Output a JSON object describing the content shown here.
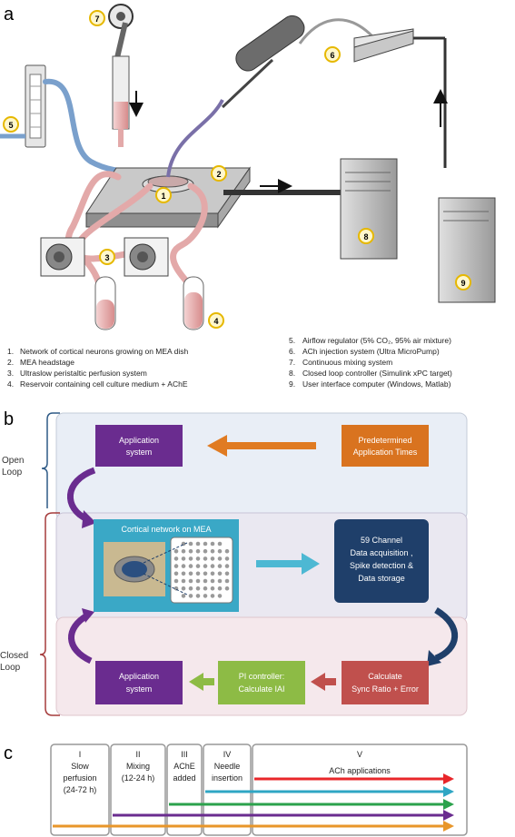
{
  "panels": {
    "a": "a",
    "b": "b",
    "c": "c"
  },
  "panel_a": {
    "badges": [
      "1",
      "2",
      "3",
      "4",
      "5",
      "6",
      "7",
      "8",
      "9"
    ],
    "legend_left": [
      {
        "n": "1.",
        "text": "Network of cortical neurons growing on MEA dish"
      },
      {
        "n": "2.",
        "text": "MEA headstage"
      },
      {
        "n": "3.",
        "text": "Ultraslow peristaltic perfusion system"
      },
      {
        "n": "4.",
        "text": "Reservoir containing cell culture medium + AChE"
      }
    ],
    "legend_right": [
      {
        "n": "5.",
        "text": "Airflow regulator (5% CO₂, 95% air mixture)"
      },
      {
        "n": "6.",
        "text": "ACh injection system (Ultra MicroPump)"
      },
      {
        "n": "7.",
        "text": "Continuous mixing system"
      },
      {
        "n": "8.",
        "text": "Closed loop controller (Simulink xPC target)"
      },
      {
        "n": "9.",
        "text": "User interface computer (Windows, Matlab)"
      }
    ]
  },
  "panel_b": {
    "open_loop": "Open\nLoop",
    "closed_loop": "Closed\nLoop",
    "boxes": {
      "application_top": "Application\nsystem",
      "predetermined": "Predetermined\nApplication Times",
      "cortical_title": "Cortical network on MEA",
      "acquisition": "59 Channel\nData acquisition ,\nSpike detection &\nData storage",
      "application_bottom": "Application\nsystem",
      "pi_controller": "PI controller:\nCalculate IAI",
      "calculate": "Calculate\nSync Ratio + Error"
    },
    "colors": {
      "purple": "#6a2c8f",
      "orange": "#d9731f",
      "teal": "#3aa8c6",
      "navy": "#1f3f6a",
      "green": "#8dbb45",
      "red": "#c0504d"
    }
  },
  "panel_c": {
    "phases": [
      {
        "roman": "I",
        "label": "Slow\nperfusion\n(24-72 h)"
      },
      {
        "roman": "II",
        "label": "Mixing\n(12-24 h)"
      },
      {
        "roman": "III",
        "label": "AChE\nadded"
      },
      {
        "roman": "IV",
        "label": "Needle\ninsertion"
      },
      {
        "roman": "V",
        "label": "ACh applications"
      }
    ],
    "arrow_colors": [
      "#e8262a",
      "#2fa6c4",
      "#2ba24c",
      "#6a2c8f",
      "#e8962a"
    ]
  }
}
